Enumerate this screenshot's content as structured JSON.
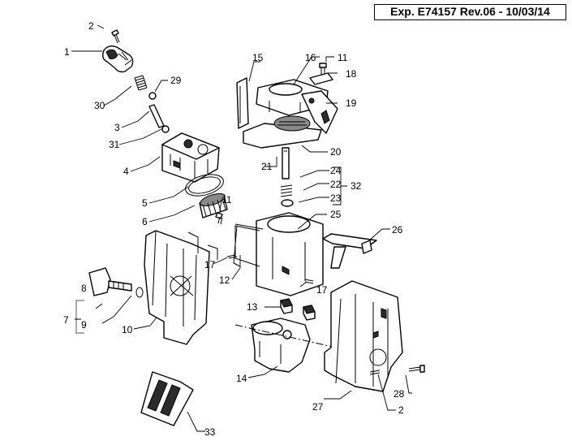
{
  "header": {
    "reference": "Exp. E74157 Rev.06 - 10/03/14"
  },
  "callouts": {
    "c1": "1",
    "c2a": "2",
    "c2b": "2",
    "c3": "3",
    "c4": "4",
    "c5": "5",
    "c6": "6",
    "c7": "7",
    "c8": "8",
    "c9": "9",
    "c10": "10",
    "c11a": "11",
    "c11b": "11",
    "c12": "12",
    "c13": "13",
    "c14": "14",
    "c15": "15",
    "c16": "16",
    "c17a": "17",
    "c17b": "17",
    "c18": "18",
    "c19": "19",
    "c20": "20",
    "c21": "21",
    "c22": "22",
    "c23": "23",
    "c24": "24",
    "c25": "25",
    "c26": "26",
    "c27": "27",
    "c28": "28",
    "c29": "29",
    "c30": "30",
    "c31": "31",
    "c32": "32",
    "c33": "33"
  }
}
